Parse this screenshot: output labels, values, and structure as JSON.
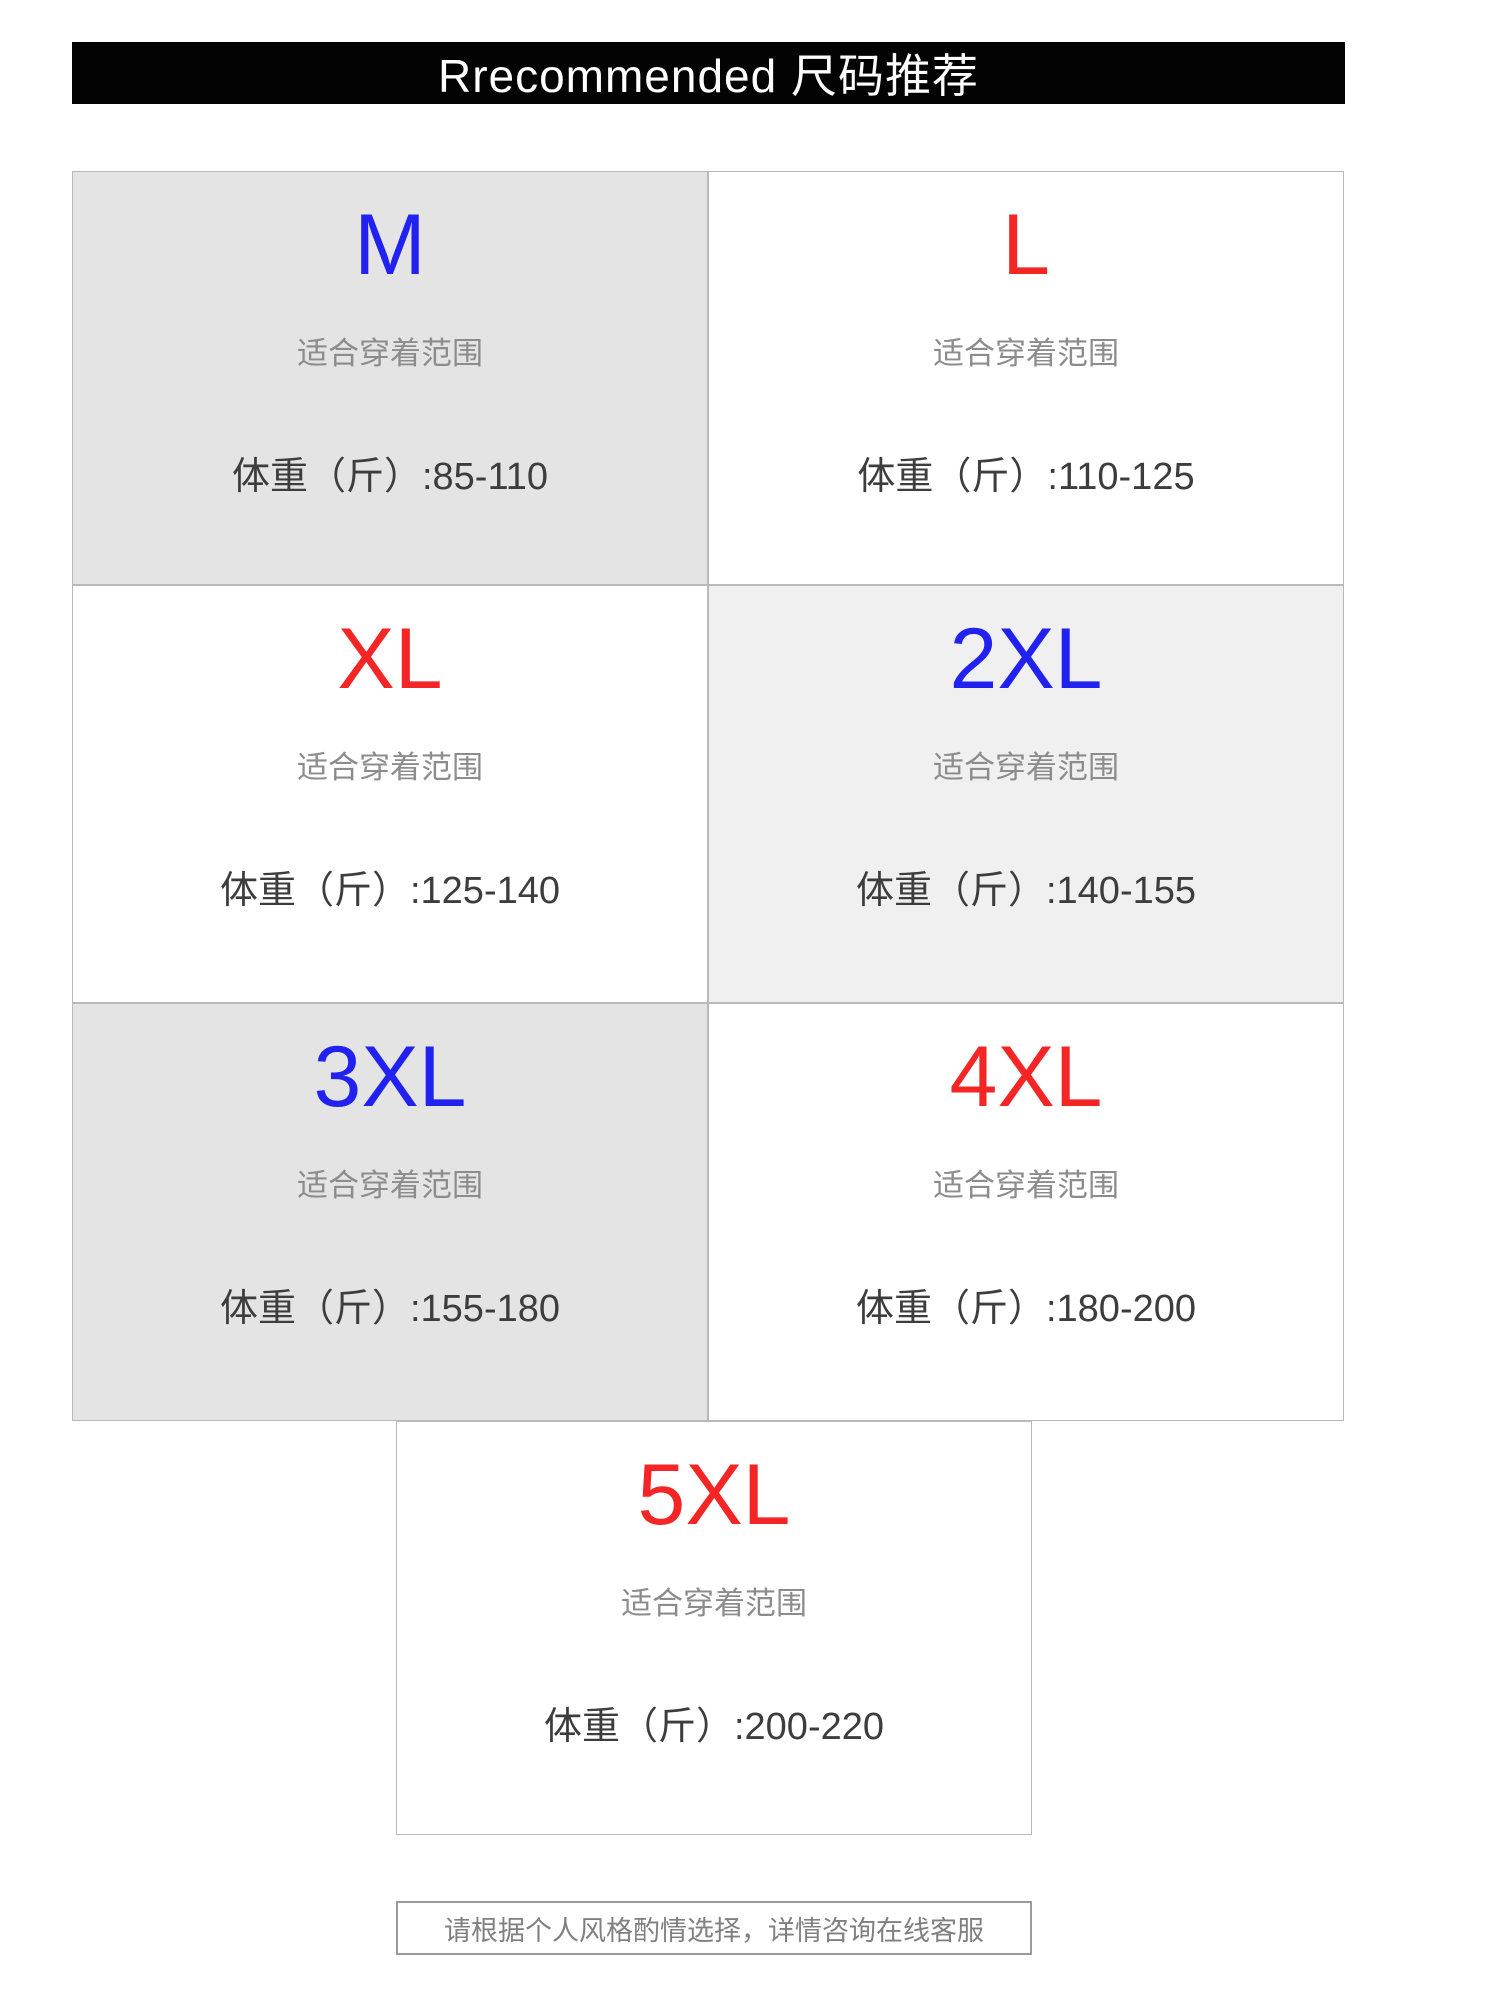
{
  "header": {
    "title": "Rrecommended 尺码推荐",
    "bg": "#030303",
    "color": "#ffffff"
  },
  "sizes": [
    {
      "label": "M",
      "color": "#2222f0",
      "bg": "#e4e4e5",
      "fit": "适合穿着范围",
      "weight": "体重（斤）:85-110"
    },
    {
      "label": "L",
      "color": "#f32525",
      "bg": "#ffffff",
      "fit": "适合穿着范围",
      "weight": "体重（斤）:110-125"
    },
    {
      "label": "XL",
      "color": "#f32525",
      "bg": "#ffffff",
      "fit": "适合穿着范围",
      "weight": "体重（斤）:125-140"
    },
    {
      "label": "2XL",
      "color": "#2222f0",
      "bg": "#f0f0f1",
      "fit": "适合穿着范围",
      "weight": "体重（斤）:140-155"
    },
    {
      "label": "3XL",
      "color": "#2222f0",
      "bg": "#e4e4e5",
      "fit": "适合穿着范围",
      "weight": "体重（斤）:155-180"
    },
    {
      "label": "4XL",
      "color": "#f32525",
      "bg": "#ffffff",
      "fit": "适合穿着范围",
      "weight": "体重（斤）:180-200"
    },
    {
      "label": "5XL",
      "color": "#f32525",
      "bg": "#ffffff",
      "fit": "适合穿着范围",
      "weight": "体重（斤）:200-220"
    }
  ],
  "note": {
    "text": "请根据个人风格酌情选择，详情咨询在线客服"
  },
  "colors": {
    "cell_border": "#b9b9b9",
    "fit_text": "#8c8c8c",
    "weight_text": "#3d3d3d",
    "note_border": "#9a9a9a",
    "note_text": "#808080",
    "page_bg": "#ffffff"
  }
}
